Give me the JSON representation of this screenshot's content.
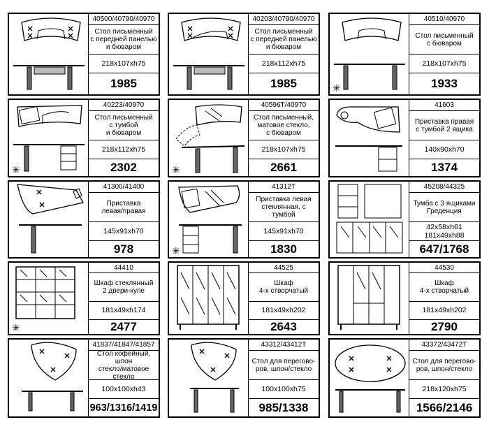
{
  "items": [
    {
      "code": "40500/40790/40970",
      "desc": "Стол письменный\nс передней панелью\nи бюваром",
      "size": "218x107xh75",
      "price": "1985",
      "star": false
    },
    {
      "code": "40203/40790/40970",
      "desc": "Стол письменный\nс передней панелью\nи бюваром",
      "size": "218x112xh75",
      "price": "1985",
      "star": false
    },
    {
      "code": "40510/40970",
      "desc": "Стол письменный\nс бюваром",
      "size": "218x107xh75",
      "price": "1933",
      "star": true
    },
    {
      "code": "40223/40970",
      "desc": "Стол письменный\nс тумбой\nи бюваром",
      "size": "218x112xh75",
      "price": "2302",
      "star": true
    },
    {
      "code": "40596T/40970",
      "desc": "Стол письменный,\nматовое стекло,\nс бюваром",
      "size": "218x107xh75",
      "price": "2661",
      "star": true
    },
    {
      "code": "41603",
      "desc": "Приставка правая\nс тумбой 2 ящика",
      "size": "140x90xh70",
      "price": "1374",
      "star": false
    },
    {
      "code": "41300/41400",
      "desc": "Приставка\nлевая/правая",
      "size": "145x91xh70",
      "price": "978",
      "star": false
    },
    {
      "code": "41312T",
      "desc": "Приставка левая\nстеклянная, с тумбой",
      "size": "145x91xh70",
      "price": "1830",
      "star": true
    },
    {
      "code": "45208/44325",
      "desc": "Тумба с 3 ящиками\nГреденция",
      "size": "42x58xh61\n181x49xh88",
      "price": "647/1768",
      "star": false
    },
    {
      "code": "44410",
      "desc": "Шкаф стеклянный\n2 двери-купе",
      "size": "181x49xh174",
      "price": "2477",
      "star": true
    },
    {
      "code": "44525",
      "desc": "Шкаф\n4-х створчатый",
      "size": "181x49xh202",
      "price": "2643",
      "star": false
    },
    {
      "code": "44530",
      "desc": "Шкаф\n4-х створчатый",
      "size": "181x49xh202",
      "price": "2790",
      "star": false
    },
    {
      "code": "41837/41847/41857",
      "desc": "Стол кофейный, шпон\nстекло/матовое стекло",
      "size": "100x100xh43",
      "price": "963/1316/1419",
      "star": false
    },
    {
      "code": "43312/43412T",
      "desc": "Стол для перегово-\nров, шпон/стекло",
      "size": "100x100xh75",
      "price": "985/1338",
      "star": false
    },
    {
      "code": "43372/43472T",
      "desc": "Стол для перегово-\nров, шпон/стекло",
      "size": "218x120xh75",
      "price": "1566/2146",
      "star": false
    }
  ],
  "star_symbol": "✳",
  "icons": [
    "desk-icon",
    "extension-table-icon",
    "cabinet-icon",
    "wardrobe-icon",
    "meeting-table-icon"
  ]
}
